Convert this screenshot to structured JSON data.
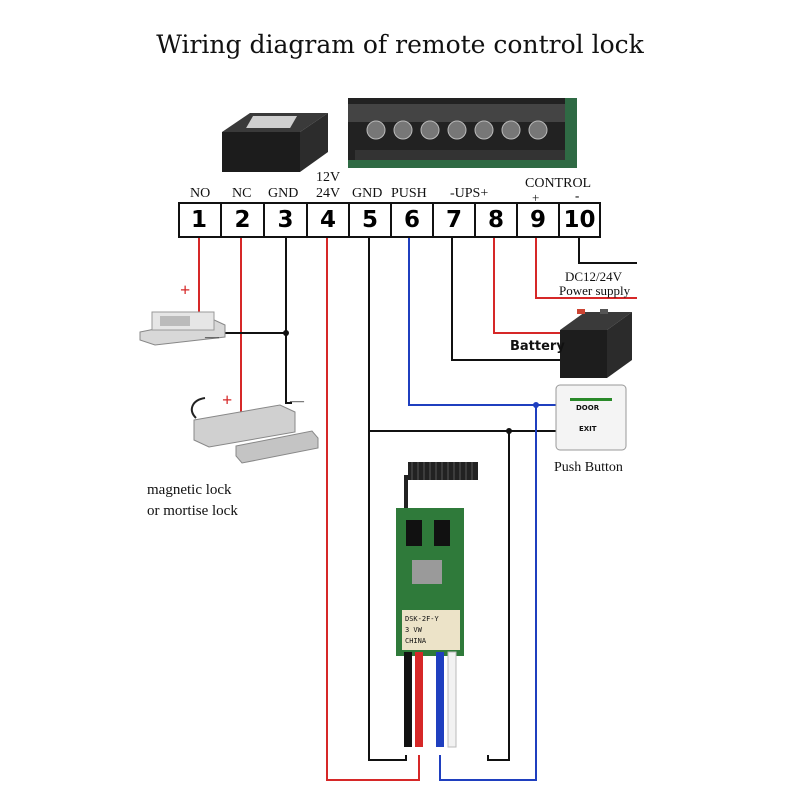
{
  "title": "Wiring diagram of remote control lock",
  "terminals": [
    {
      "num": "1",
      "label": "NO"
    },
    {
      "num": "2",
      "label": "NC"
    },
    {
      "num": "3",
      "label": "GND"
    },
    {
      "num": "4",
      "label_top": "12V",
      "label": "24V"
    },
    {
      "num": "5",
      "label": "GND"
    },
    {
      "num": "6",
      "label": "PUSH"
    },
    {
      "num": "7",
      "label": ""
    },
    {
      "num": "8",
      "label": ""
    },
    {
      "num": "9",
      "label": "+"
    },
    {
      "num": "10",
      "label": "-"
    }
  ],
  "ups_label": "-UPS+",
  "control_label": "CONTROL",
  "plus_sign": "+",
  "minus_sign": "—",
  "power_supply": {
    "line1": "DC12/24V",
    "line2": "Power supply"
  },
  "battery_label": "Battery",
  "push_button": {
    "label": "Push Button",
    "door_text": "DOOR",
    "exit_text": "EXIT"
  },
  "lock_label": {
    "line1": "magnetic lock",
    "line2": "or mortise lock"
  },
  "relay_text": {
    "line1": "DSK-2F-Y",
    "line2": "3 VW",
    "line3": "CHINA"
  },
  "colors": {
    "red": "#d62828",
    "blue": "#1f3fbf",
    "black": "#111111",
    "wire_white": "#f2f2f2"
  }
}
